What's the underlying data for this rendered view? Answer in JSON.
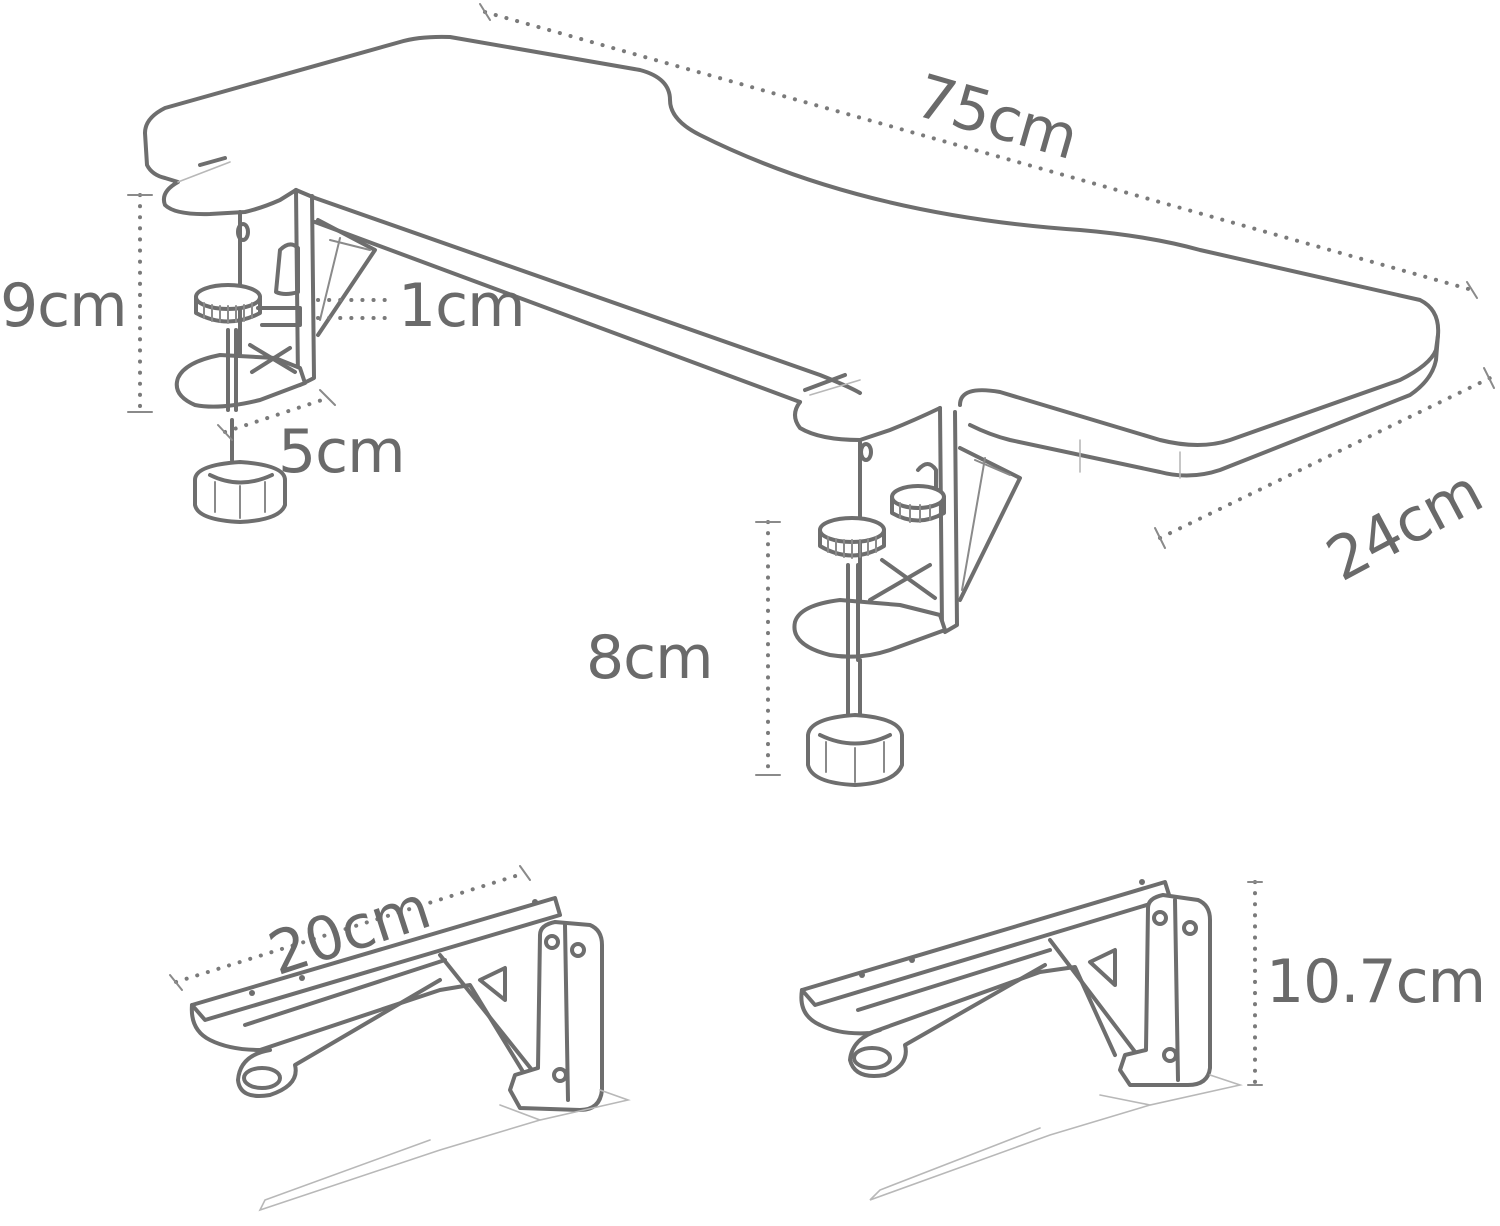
{
  "figure": {
    "title": "Armrest desk extension dimension drawing",
    "line_color": "#6e6e6e",
    "background": "#ffffff"
  },
  "dimensions": {
    "length": "75cm",
    "clamp_height": "9cm",
    "clamp_gap": "1cm",
    "clamp_depth": "5cm",
    "width": "24cm",
    "clamp_opening": "8cm",
    "bracket_length": "20cm",
    "bracket_height": "10.7cm"
  },
  "parts": [
    {
      "name": "armrest-board",
      "label_keys": [
        "length",
        "width"
      ]
    },
    {
      "name": "left-clamp",
      "label_keys": [
        "clamp_height",
        "clamp_gap",
        "clamp_depth"
      ]
    },
    {
      "name": "right-clamp",
      "label_keys": [
        "clamp_opening"
      ]
    },
    {
      "name": "folding-bracket-extended",
      "label_keys": [
        "bracket_length"
      ]
    },
    {
      "name": "folding-bracket-side",
      "label_keys": [
        "bracket_height"
      ]
    }
  ]
}
